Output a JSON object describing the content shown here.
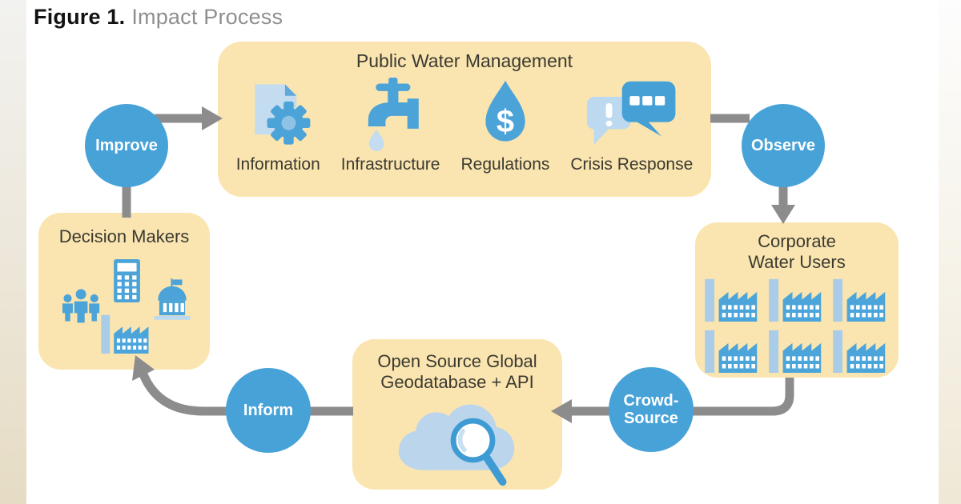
{
  "figure": {
    "label": "Figure 1.",
    "title": "Impact Process"
  },
  "process": {
    "public_water_management": {
      "title": "Public Water Management",
      "items": [
        {
          "label": "Information",
          "icon": "document-gear-icon"
        },
        {
          "label": "Infrastructure",
          "icon": "faucet-water-drop-icon"
        },
        {
          "label": "Regulations",
          "icon": "water-drop-dollar-icon"
        },
        {
          "label": "Crisis Response",
          "icon": "chat-bubbles-icon"
        }
      ]
    },
    "corporate_water_users": {
      "title_line1": "Corporate",
      "title_line2": "Water Users",
      "icon": "factory-icon",
      "factory_count": 6
    },
    "open_source_geodatabase": {
      "title_line1": "Open Source Global",
      "title_line2": "Geodatabase + API",
      "icon": "cloud-magnifier-icon"
    },
    "decision_makers": {
      "title": "Decision Makers",
      "icons": [
        "people-icon",
        "calculator-icon",
        "capitol-building-icon",
        "factory-icon"
      ]
    }
  },
  "connectors": {
    "improve": {
      "line1": "Improve"
    },
    "observe": {
      "line1": "Observe"
    },
    "crowd_source": {
      "line1": "Crowd-",
      "line2": "Source"
    },
    "inform": {
      "line1": "Inform"
    }
  },
  "colors": {
    "panel_cream": "#FAE5B1",
    "connector_blue": "#47A2D8",
    "arrow_gray": "#8C8C8C",
    "icon_blue": "#4BA3D8",
    "icon_light_blue": "#BCD9EF",
    "text_dark": "#3B3A30",
    "figure_label": "#121212",
    "figure_title": "#8F8F8F"
  }
}
